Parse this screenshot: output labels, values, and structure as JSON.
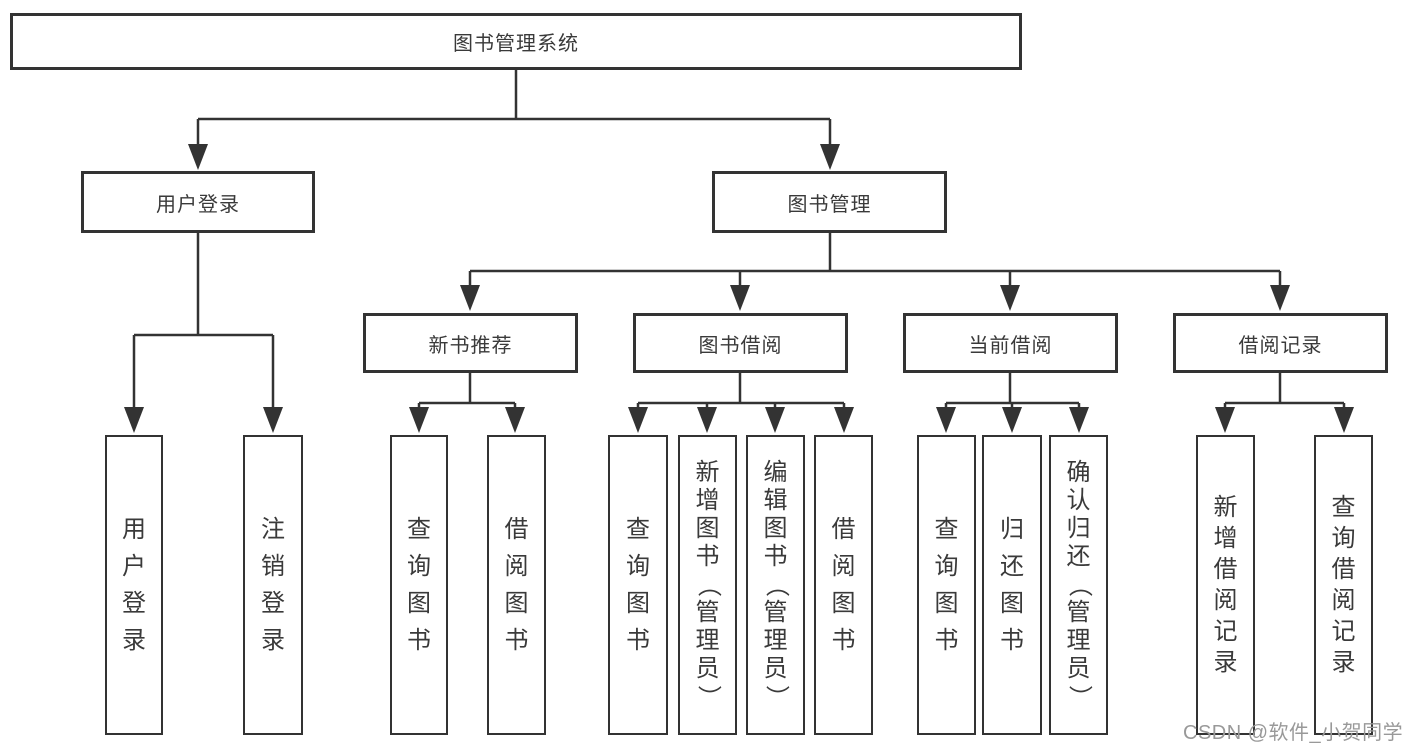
{
  "diagram": {
    "root": {
      "label": "图书管理系统"
    },
    "branches": [
      {
        "label": "用户登录",
        "children": [
          {
            "label": "用户登录"
          },
          {
            "label": "注销登录"
          }
        ]
      },
      {
        "label": "图书管理",
        "children": [
          {
            "label": "新书推荐",
            "children": [
              {
                "label": "查询图书"
              },
              {
                "label": "借阅图书"
              }
            ]
          },
          {
            "label": "图书借阅",
            "children": [
              {
                "label": "查询图书"
              },
              {
                "label": "新增图书（管理员）"
              },
              {
                "label": "编辑图书（管理员）"
              },
              {
                "label": "借阅图书"
              }
            ]
          },
          {
            "label": "当前借阅",
            "children": [
              {
                "label": "查询图书"
              },
              {
                "label": "归还图书"
              },
              {
                "label": "确认归还（管理员）"
              }
            ]
          },
          {
            "label": "借阅记录",
            "children": [
              {
                "label": "新增借阅记录"
              },
              {
                "label": "查询借阅记录"
              }
            ]
          }
        ]
      }
    ]
  },
  "watermark": {
    "text": "CSDN @软件_小贺同学"
  },
  "colors": {
    "line": "#333333",
    "text": "#3a3a3a",
    "box_fill": "#ffffff",
    "watermark": "#999999"
  }
}
